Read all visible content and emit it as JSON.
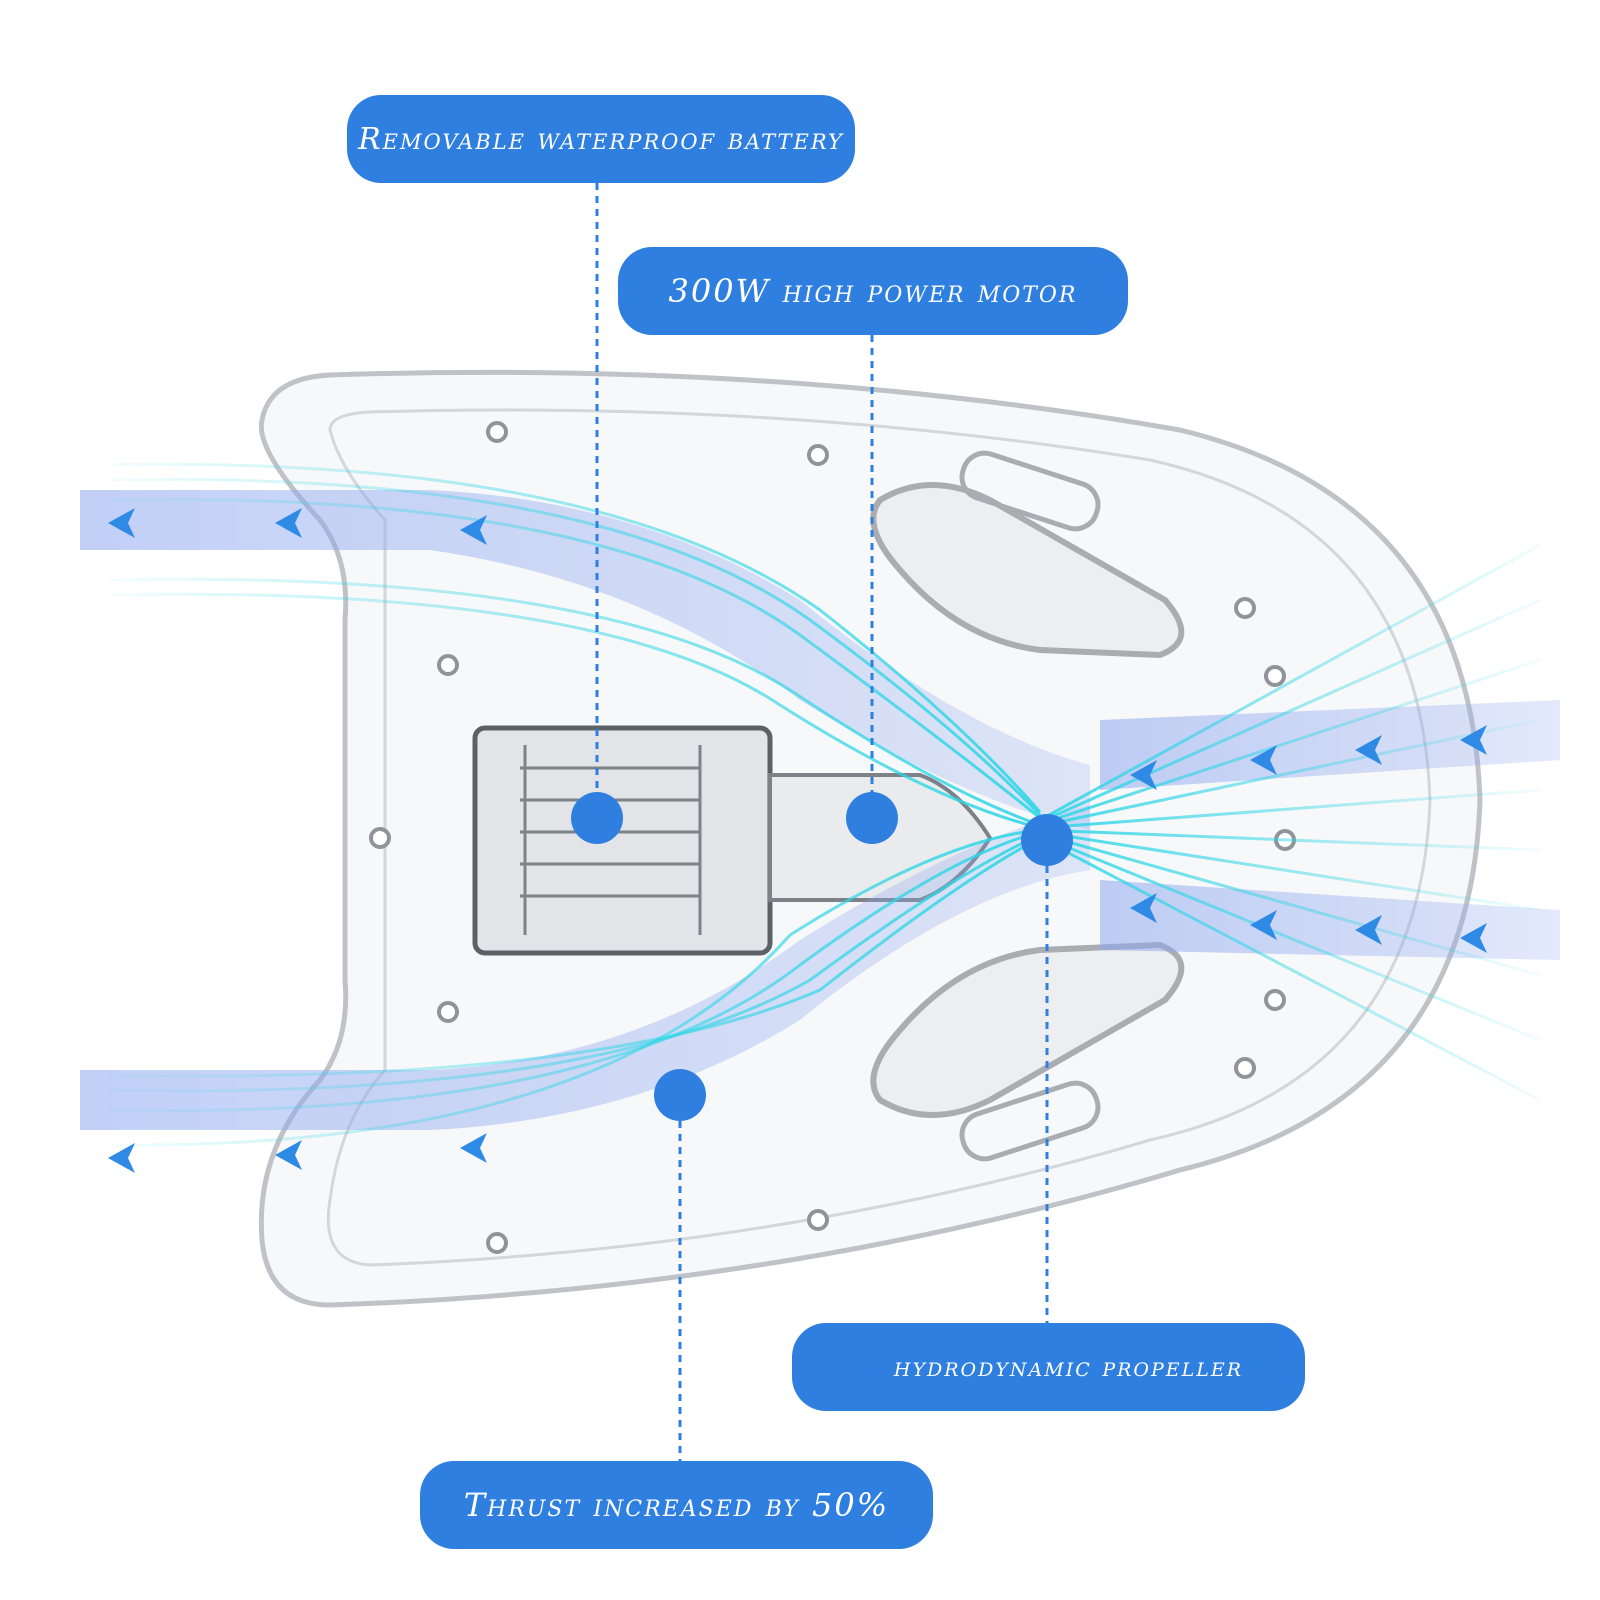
{
  "callouts": {
    "battery": "Removable waterproof battery",
    "motor": "300W high power motor",
    "propeller": "hydrodynamic propeller",
    "thrust": "Thrust increased by 50%"
  },
  "colors": {
    "accent": "#2f7fe0",
    "flow_cyan": "#2fd6e6",
    "flow_band": "#8fa8f0",
    "board_outline": "#bfc3c8"
  }
}
